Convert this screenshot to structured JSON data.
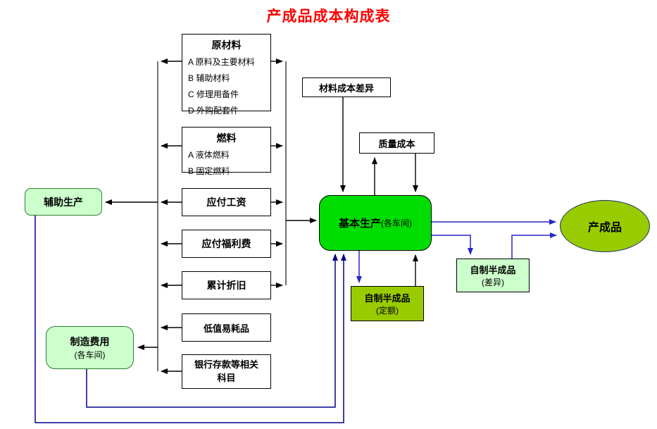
{
  "title": "产成品成本构成表",
  "colors": {
    "title_red": "#ff0000",
    "light_green": "#ccffcc",
    "bright_green": "#00dd00",
    "olive_green": "#99cc00",
    "blue_line": "#2727cc",
    "navy_line": "#00008b",
    "black_line": "#000000"
  },
  "nodes": {
    "raw_materials": {
      "title": "原材料",
      "items": [
        "A 原料及主要材料",
        "B 辅助材料",
        "C 修理用备件",
        "D 外购配套件"
      ]
    },
    "fuel": {
      "title": "燃料",
      "items": [
        "A 液体燃料",
        "B 固定燃料"
      ]
    },
    "wages_payable": {
      "label": "应付工资"
    },
    "welfare_payable": {
      "label": "应付福利费"
    },
    "accumulated_depreciation": {
      "label": "累计折旧"
    },
    "low_value_consumables": {
      "label": "低值易耗品"
    },
    "bank_deposits": {
      "label": "银行存款等相关科目"
    },
    "auxiliary_production": {
      "label": "辅助生产"
    },
    "manufacturing_overhead": {
      "label": "制造费用",
      "sub": "(各车间)"
    },
    "material_cost_variance": {
      "label": "材料成本差异"
    },
    "quality_cost": {
      "label": "质量成本"
    },
    "basic_production": {
      "label": "基本生产",
      "sub": "(各车间)"
    },
    "semi_finished_quota": {
      "label": "自制半成品",
      "sub": "(定额)"
    },
    "semi_finished_variance": {
      "label": "自制半成品",
      "sub": "(差异)"
    },
    "finished_goods": {
      "label": "产成品"
    }
  }
}
